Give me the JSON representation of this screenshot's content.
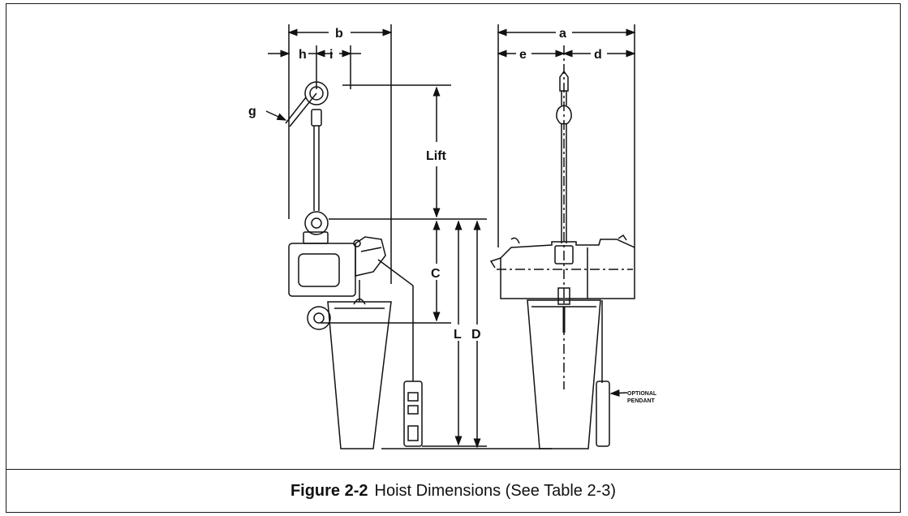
{
  "labels": {
    "b": "b",
    "h": "h",
    "i": "i",
    "g": "g",
    "lift": "Lift",
    "c": "C",
    "l": "L",
    "d_upper": "D",
    "a": "a",
    "e": "e",
    "d": "d",
    "optional_pendant_line1": "OPTIONAL",
    "optional_pendant_line2": "PENDANT"
  },
  "caption": {
    "figure": "Figure 2-2",
    "title": "Hoist Dimensions (See Table 2-3)"
  }
}
